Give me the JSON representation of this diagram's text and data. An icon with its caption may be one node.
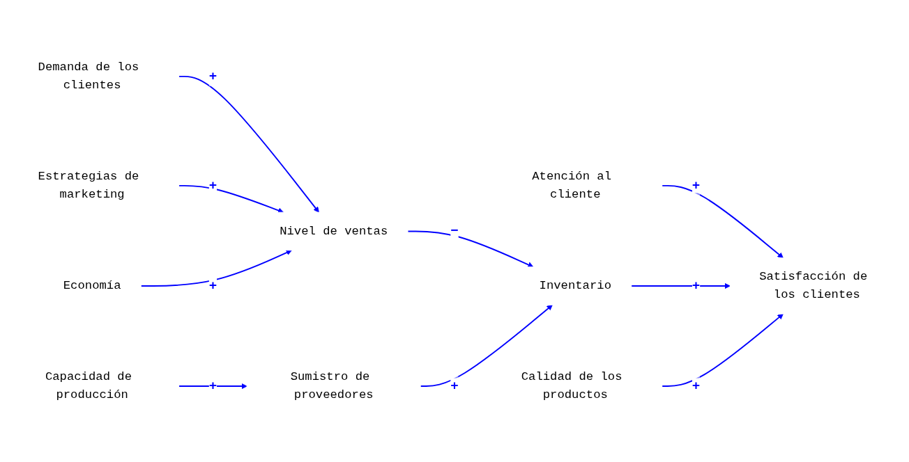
{
  "diagram": {
    "nodes": [
      {
        "text": [
          "Capacidad de producción"
        ]
      },
      {
        "text": [
          "Demanda de los clientes"
        ]
      },
      {
        "text": [
          "Atención al cliente"
        ]
      },
      {
        "text": [
          "Sumistro de proveedores"
        ]
      },
      {
        "text": [
          "Estrategias de marketing"
        ]
      },
      {
        "text": [
          "Nivel de ventas"
        ]
      },
      {
        "text": [
          "Inventario"
        ]
      },
      {
        "text": [
          "Satisfacción de los clientes"
        ]
      },
      {
        "text": [
          "Calidad de los productos"
        ]
      },
      {
        "text": [
          "Economía"
        ]
      }
    ],
    "edges": [
      {
        "from": 0,
        "to": 3,
        "arrow": "to",
        "label": "+"
      },
      {
        "from": 1,
        "to": 5,
        "arrow": "to",
        "label": "+"
      },
      {
        "from": 4,
        "to": 5,
        "arrow": "to",
        "label": "+"
      },
      {
        "from": 9,
        "to": 5,
        "arrow": "to",
        "label": "+"
      },
      {
        "from": 5,
        "to": 6,
        "arrow": "to",
        "label": "−"
      },
      {
        "from": 3,
        "to": 6,
        "arrow": "to",
        "label": "+"
      },
      {
        "from": 2,
        "to": 7,
        "arrow": "to",
        "label": "+"
      },
      {
        "from": 6,
        "to": 7,
        "arrow": "to",
        "label": "+"
      },
      {
        "from": 8,
        "to": 7,
        "arrow": "to",
        "label": "+"
      }
    ]
  }
}
